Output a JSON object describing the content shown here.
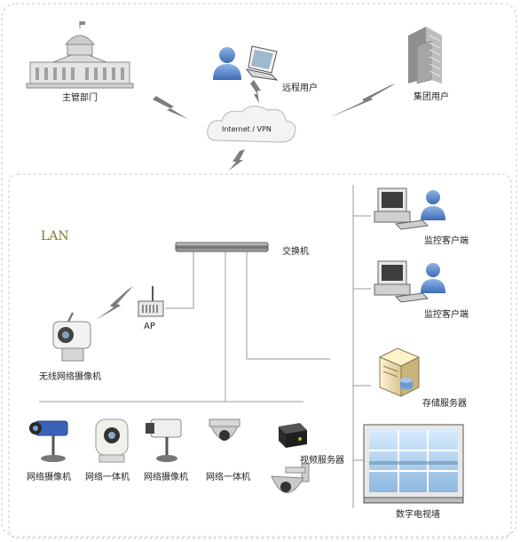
{
  "colors": {
    "border": "#c9c9c9",
    "wire": "#9a9a9a",
    "bolt": "#7d7d7d",
    "person": "#5b86c9",
    "blueCam": "#3a63b8"
  },
  "top": {
    "cloud_label": "Internet / VPN",
    "nodes": [
      {
        "name": "government-building",
        "label": "主管部门",
        "icon": "government-building-icon"
      },
      {
        "name": "remote-user",
        "label": "远程用户",
        "icon": "remote-user-laptop-icon"
      },
      {
        "name": "group-user",
        "label": "集团用户",
        "icon": "office-tower-icon"
      }
    ]
  },
  "lan": {
    "title": "LAN",
    "switch_label": "交换机",
    "ap_label": "AP",
    "wireless_camera_label": "无线网络摄像机",
    "right_devices": [
      {
        "label": "监控客户端",
        "icon": "monitoring-client-pc-icon"
      },
      {
        "label": "监控客户端",
        "icon": "monitoring-client-pc-icon"
      },
      {
        "label": "存储服务器",
        "icon": "storage-server-icon"
      },
      {
        "label": "数字电视墙",
        "icon": "video-wall-icon"
      }
    ],
    "bottom_devices": [
      {
        "label": "网络摄像机",
        "icon": "network-camera-icon"
      },
      {
        "label": "网络一体机",
        "icon": "ptz-camera-icon"
      },
      {
        "label": "网络摄像机",
        "icon": "box-camera-icon"
      },
      {
        "label": "网络一体机",
        "icon": "dome-camera-icon"
      },
      {
        "label": "视频服务器",
        "icon": "video-server-icon"
      }
    ]
  }
}
